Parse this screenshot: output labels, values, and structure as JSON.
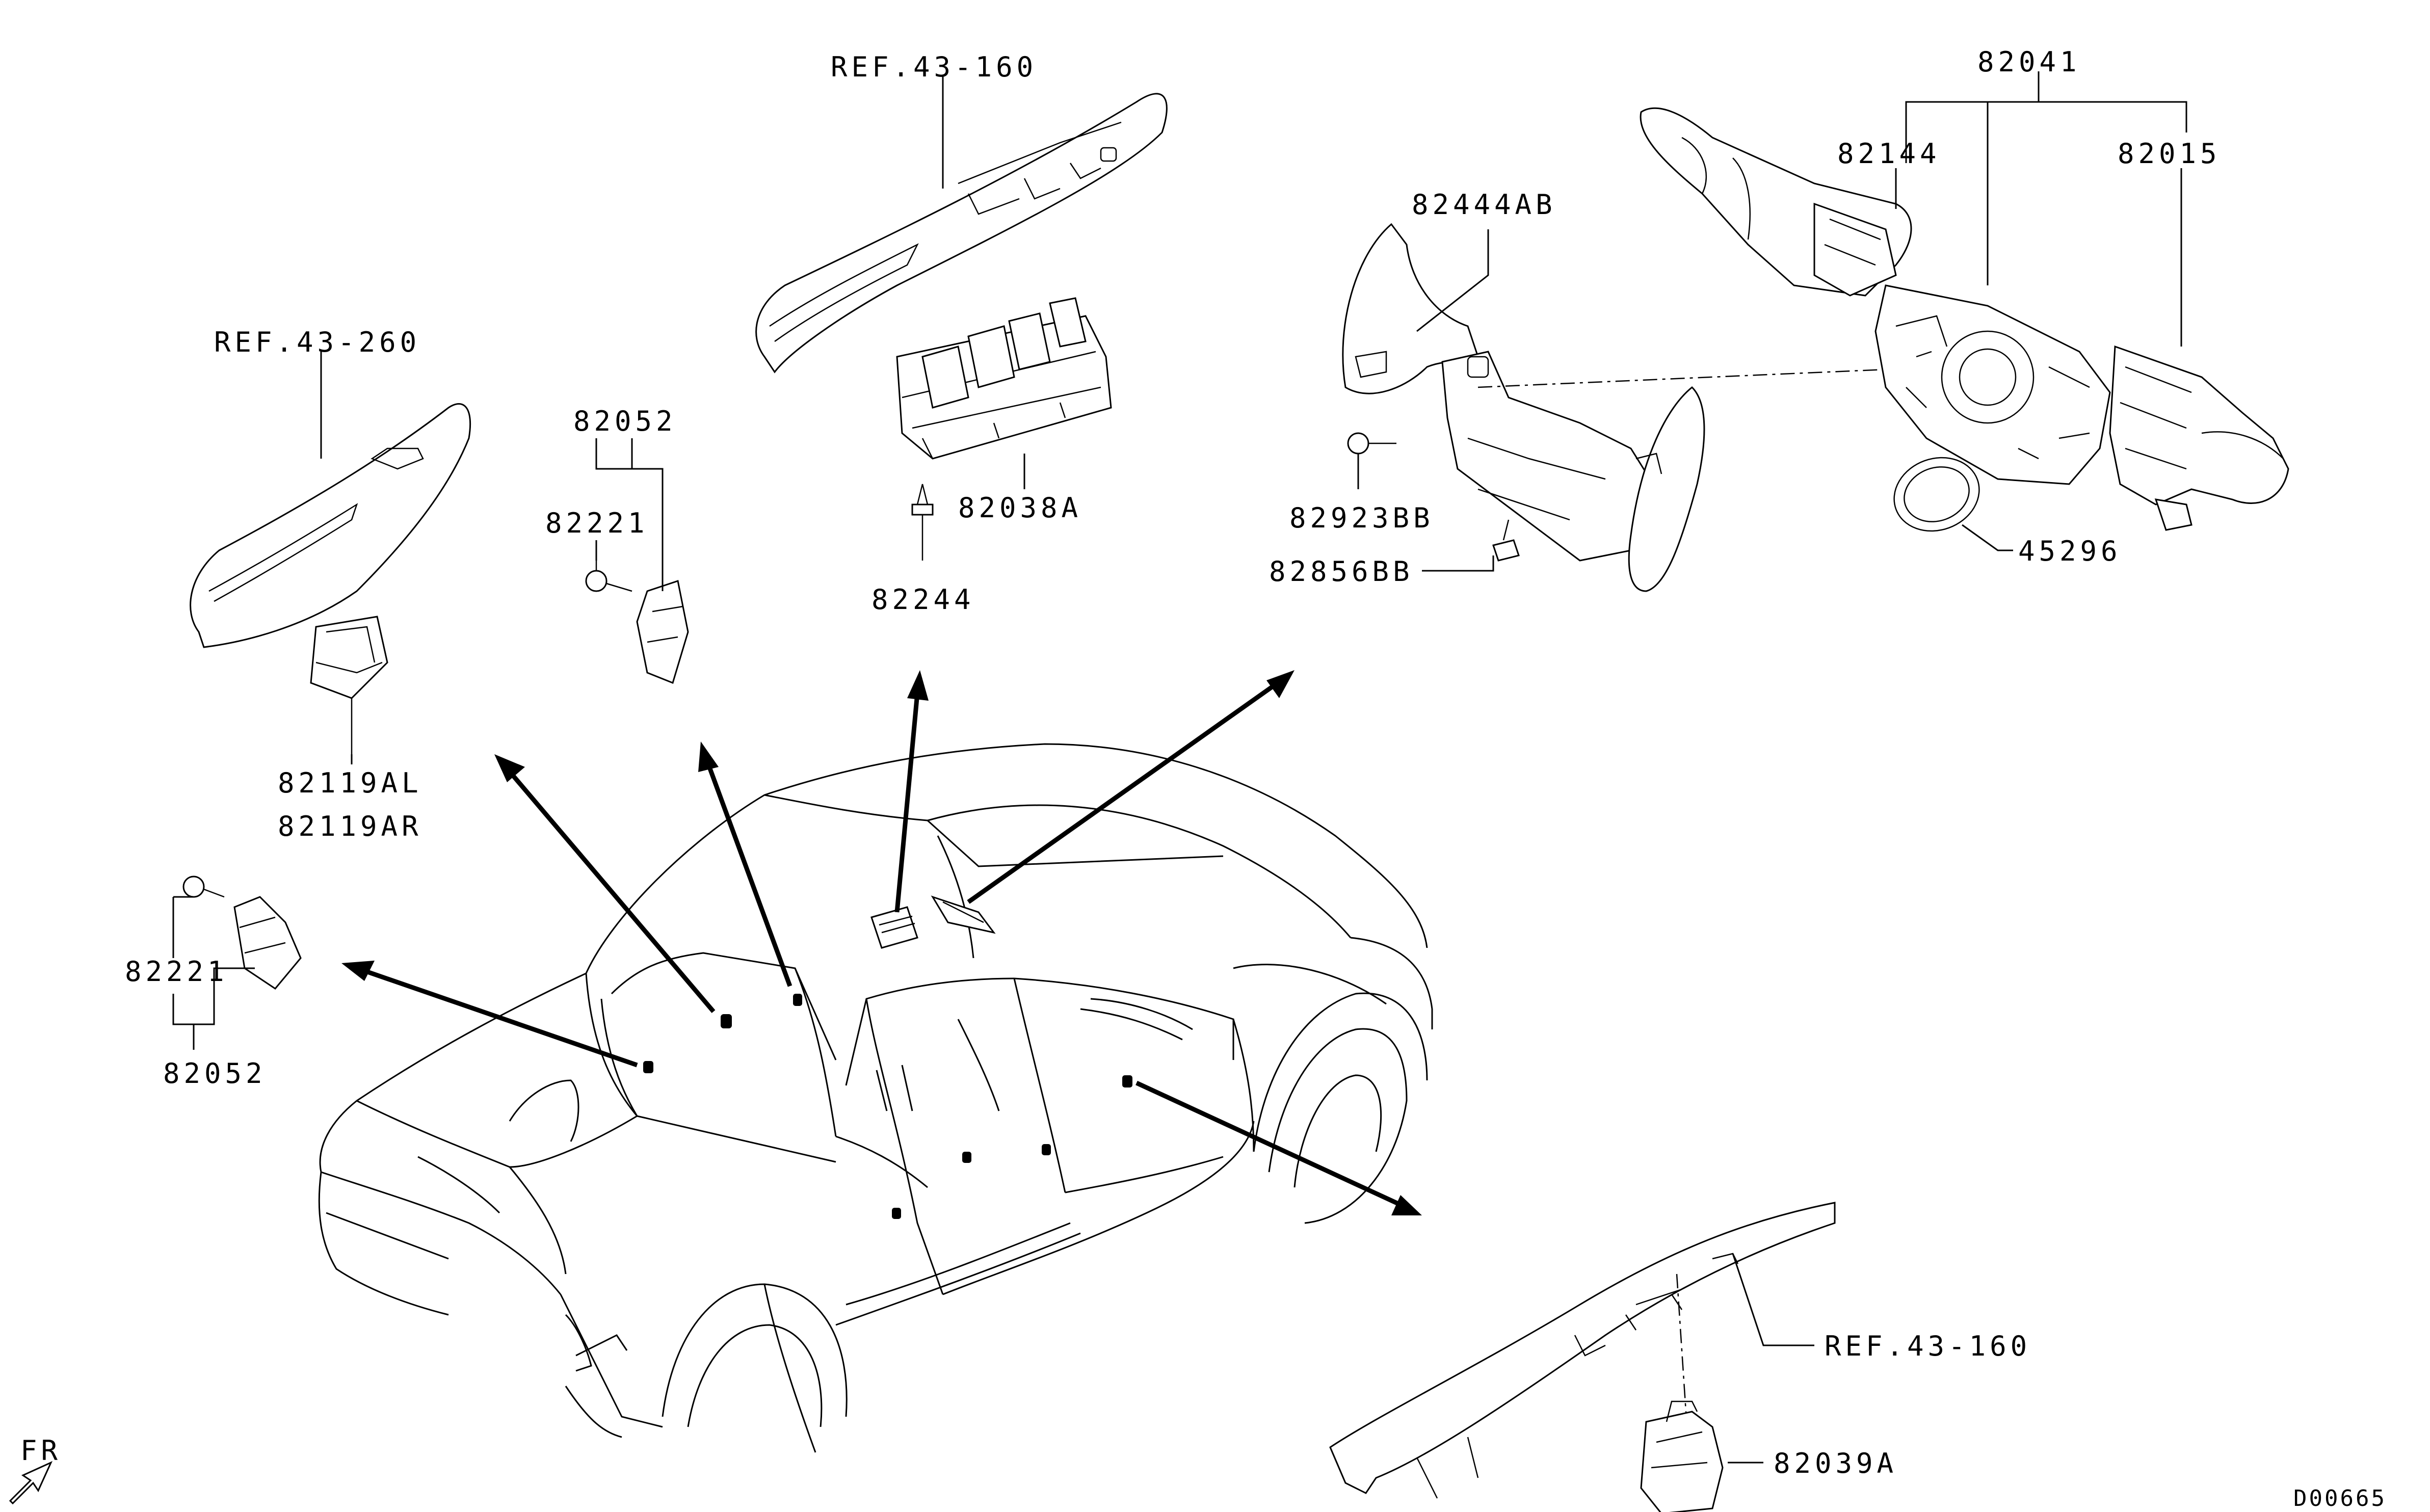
{
  "labels": {
    "ref_43_160_top": "REF.43-160",
    "ref_43_260": "REF.43-260",
    "ref_43_160_bottom": "REF.43-160",
    "p82052_top": "82052",
    "p82221_top": "82221",
    "p82221_left": "82221",
    "p82052_left": "82052",
    "p82119al": "82119AL",
    "p82119ar": "82119AR",
    "p82038a": "82038A",
    "p82244": "82244",
    "p82444ab": "82444AB",
    "p82923bb": "82923BB",
    "p82856bb": "82856BB",
    "p82041": "82041",
    "p82144": "82144",
    "p82015": "82015",
    "p45296": "45296",
    "p82039a": "82039A",
    "fr": "FR",
    "diagram_code": "D00665"
  }
}
